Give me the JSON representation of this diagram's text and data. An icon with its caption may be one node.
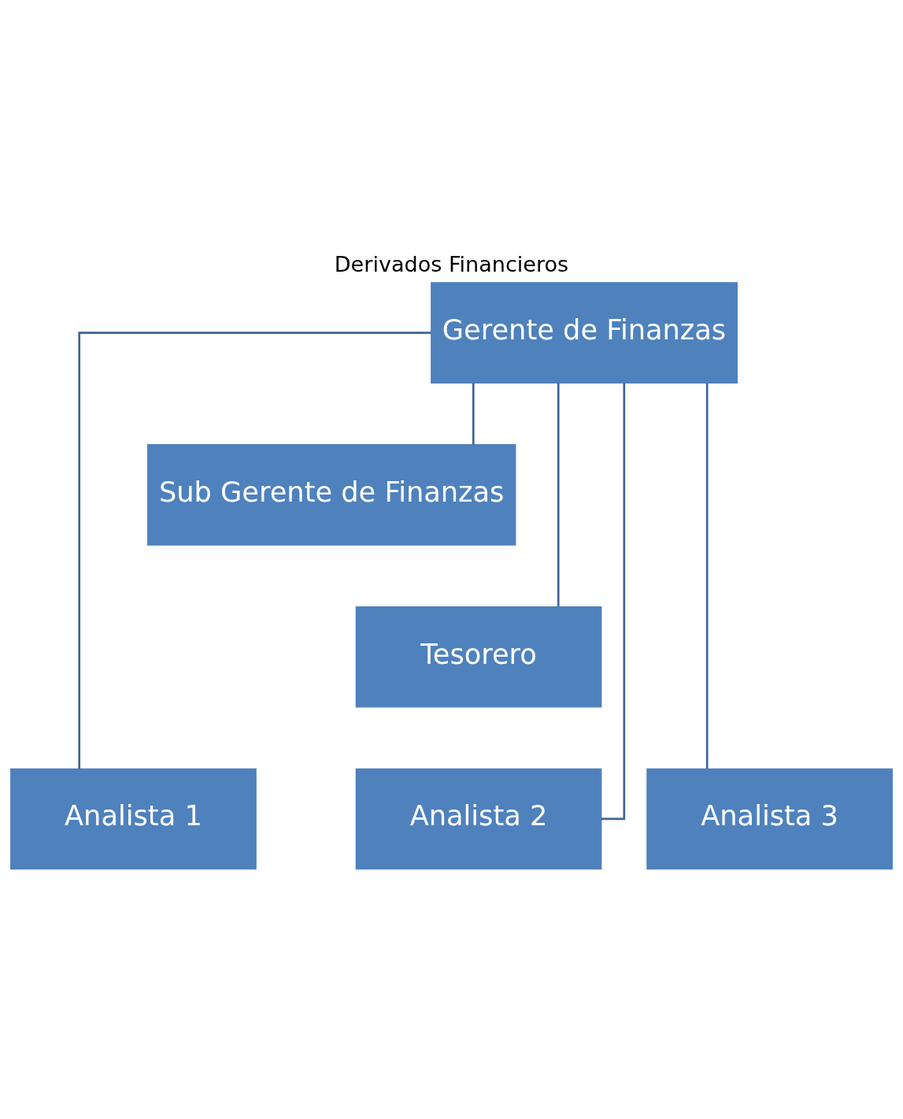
{
  "diagram": {
    "title": "Derivados Financieros",
    "nodes": [
      {
        "text": [
          "Gerente de Finanzas"
        ]
      },
      {
        "text": [
          "Sub Gerente de Finanzas"
        ]
      },
      {
        "text": [
          "Tesorero"
        ]
      },
      {
        "text": [
          "Analista 1"
        ]
      },
      {
        "text": [
          "Analista 2"
        ]
      },
      {
        "text": [
          "Analista 3"
        ]
      }
    ],
    "edges": [
      {
        "from": 0,
        "to": 1,
        "arrow": "none"
      },
      {
        "from": 0,
        "to": 2,
        "arrow": "none"
      },
      {
        "from": 0,
        "to": 3,
        "arrow": "none"
      },
      {
        "from": 0,
        "to": 4,
        "arrow": "none"
      },
      {
        "from": 0,
        "to": 5,
        "arrow": "none"
      }
    ]
  }
}
